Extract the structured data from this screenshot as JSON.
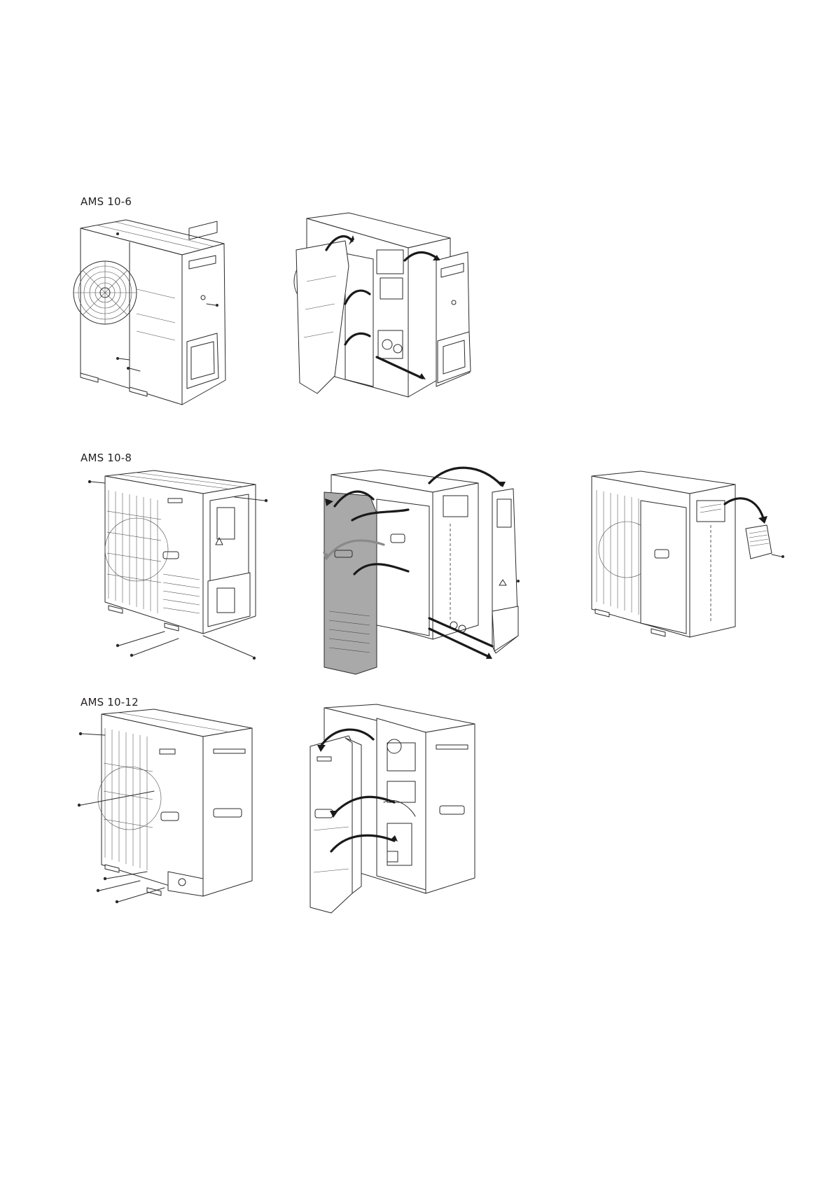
{
  "sections": [
    {
      "label": "AMS 10-6"
    },
    {
      "label": "AMS 10-8"
    },
    {
      "label": "AMS 10-12"
    }
  ],
  "illustrations": [
    {
      "name": "ams-10-6-unit-closed-illustration",
      "icon": "outdoor-unit-closed"
    },
    {
      "name": "ams-10-6-unit-panels-removed-illustration",
      "icon": "outdoor-unit-panels-open"
    },
    {
      "name": "ams-10-8-unit-closed-illustration",
      "icon": "outdoor-unit-closed"
    },
    {
      "name": "ams-10-8-unit-panels-removed-illustration",
      "icon": "outdoor-unit-panels-open"
    },
    {
      "name": "ams-10-8-unit-cover-removed-illustration",
      "icon": "outdoor-unit-cover-open"
    },
    {
      "name": "ams-10-12-unit-closed-illustration",
      "icon": "outdoor-unit-closed"
    },
    {
      "name": "ams-10-12-unit-panel-removed-illustration",
      "icon": "outdoor-unit-panel-open"
    }
  ]
}
